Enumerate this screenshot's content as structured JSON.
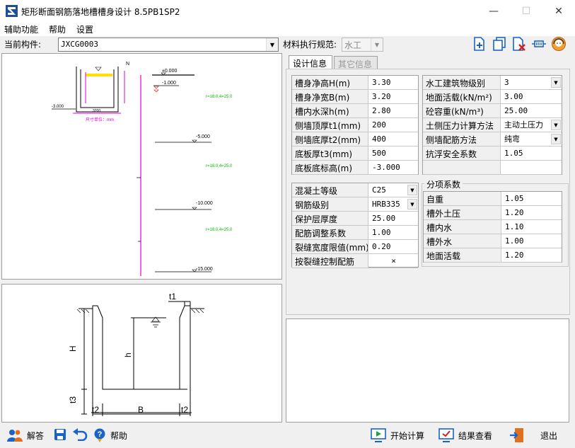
{
  "window": {
    "title": "矩形断面钢筋落地槽槽身设计 8.5PB1SP2",
    "minimize": "—",
    "maximize": "☐",
    "close": "✕"
  },
  "menu": [
    "辅助功能",
    "帮助",
    "设置"
  ],
  "toolbar": {
    "component_label": "当前构件:",
    "component_value": "JXCG0003",
    "spec_label": "材料执行规范:",
    "spec_value": "水工"
  },
  "tabs": [
    "设计信息",
    "其它信息"
  ],
  "geometry_grid": [
    {
      "label": "槽身净高H(m)",
      "value": "3.30"
    },
    {
      "label": "槽身净宽B(m)",
      "value": "3.20"
    },
    {
      "label": "槽内水深h(m)",
      "value": "2.80"
    },
    {
      "label": "侧墙顶厚t1(mm)",
      "value": "200"
    },
    {
      "label": "侧墙底厚t2(mm)",
      "value": "400"
    },
    {
      "label": "底板厚t3(mm)",
      "value": "500"
    },
    {
      "label": "底板底标高(m)",
      "value": "-3.000"
    }
  ],
  "load_grid": [
    {
      "label": "水工建筑物级别",
      "value": "3",
      "dropdown": true
    },
    {
      "label": "地面活载(kN/m²)",
      "value": "3.00"
    },
    {
      "label": "砼容重(kN/m³)",
      "value": "25.00"
    },
    {
      "label": "土侧压力计算方法",
      "value": "主动土压力",
      "dropdown": true
    },
    {
      "label": "侧墙配筋方法",
      "value": "纯弯",
      "dropdown": true
    },
    {
      "label": "抗浮安全系数",
      "value": "1.05"
    },
    {
      "label": "",
      "value": ""
    }
  ],
  "material_grid": [
    {
      "label": "混凝土等级",
      "value": "C25",
      "dropdown": true
    },
    {
      "label": "钢筋级别",
      "value": "HRB335",
      "dropdown": true
    },
    {
      "label": "保护层厚度",
      "value": "25.00"
    },
    {
      "label": "配筋调整系数",
      "value": "1.00"
    },
    {
      "label": "裂缝宽度限值(mm)",
      "value": "0.20"
    },
    {
      "label": "按裂缝控制配筋",
      "value": "×"
    }
  ],
  "factors": {
    "title": "分项系数",
    "rows": [
      {
        "label": "自重",
        "value": "1.05"
      },
      {
        "label": "槽外土压",
        "value": "1.20"
      },
      {
        "label": "槽内水",
        "value": "1.10"
      },
      {
        "label": "槽外水",
        "value": "1.00"
      },
      {
        "label": "地面活载",
        "value": "1.20"
      }
    ]
  },
  "profile": {
    "elev_0": "±0.000",
    "elev_1": "-1.000",
    "elev_5": "-5.000",
    "elev_10": "-10.000",
    "elev_15": "-15.000",
    "soil_label_1": "r=18.0,4=25.0",
    "soil_label_2": "r=18.0,4=25.0",
    "soil_label_3": "r=18.0,4=25.0",
    "dim_left": "-3.000",
    "dim_unit": "尺寸单位：mm",
    "dim_b": "3200"
  },
  "section": {
    "t1": "t1",
    "H": "H",
    "h": "h",
    "t3": "t3",
    "t2_left": "t2",
    "B": "B",
    "t2_right": "t2"
  },
  "status": {
    "answer": "解答",
    "help": "帮助",
    "start": "开始计算",
    "results": "结果查看",
    "exit": "退出"
  },
  "colors": {
    "magenta": "#e000e0",
    "green": "#00c000",
    "accent_blue": "#1a64c8",
    "exit_orange": "#e07020"
  }
}
